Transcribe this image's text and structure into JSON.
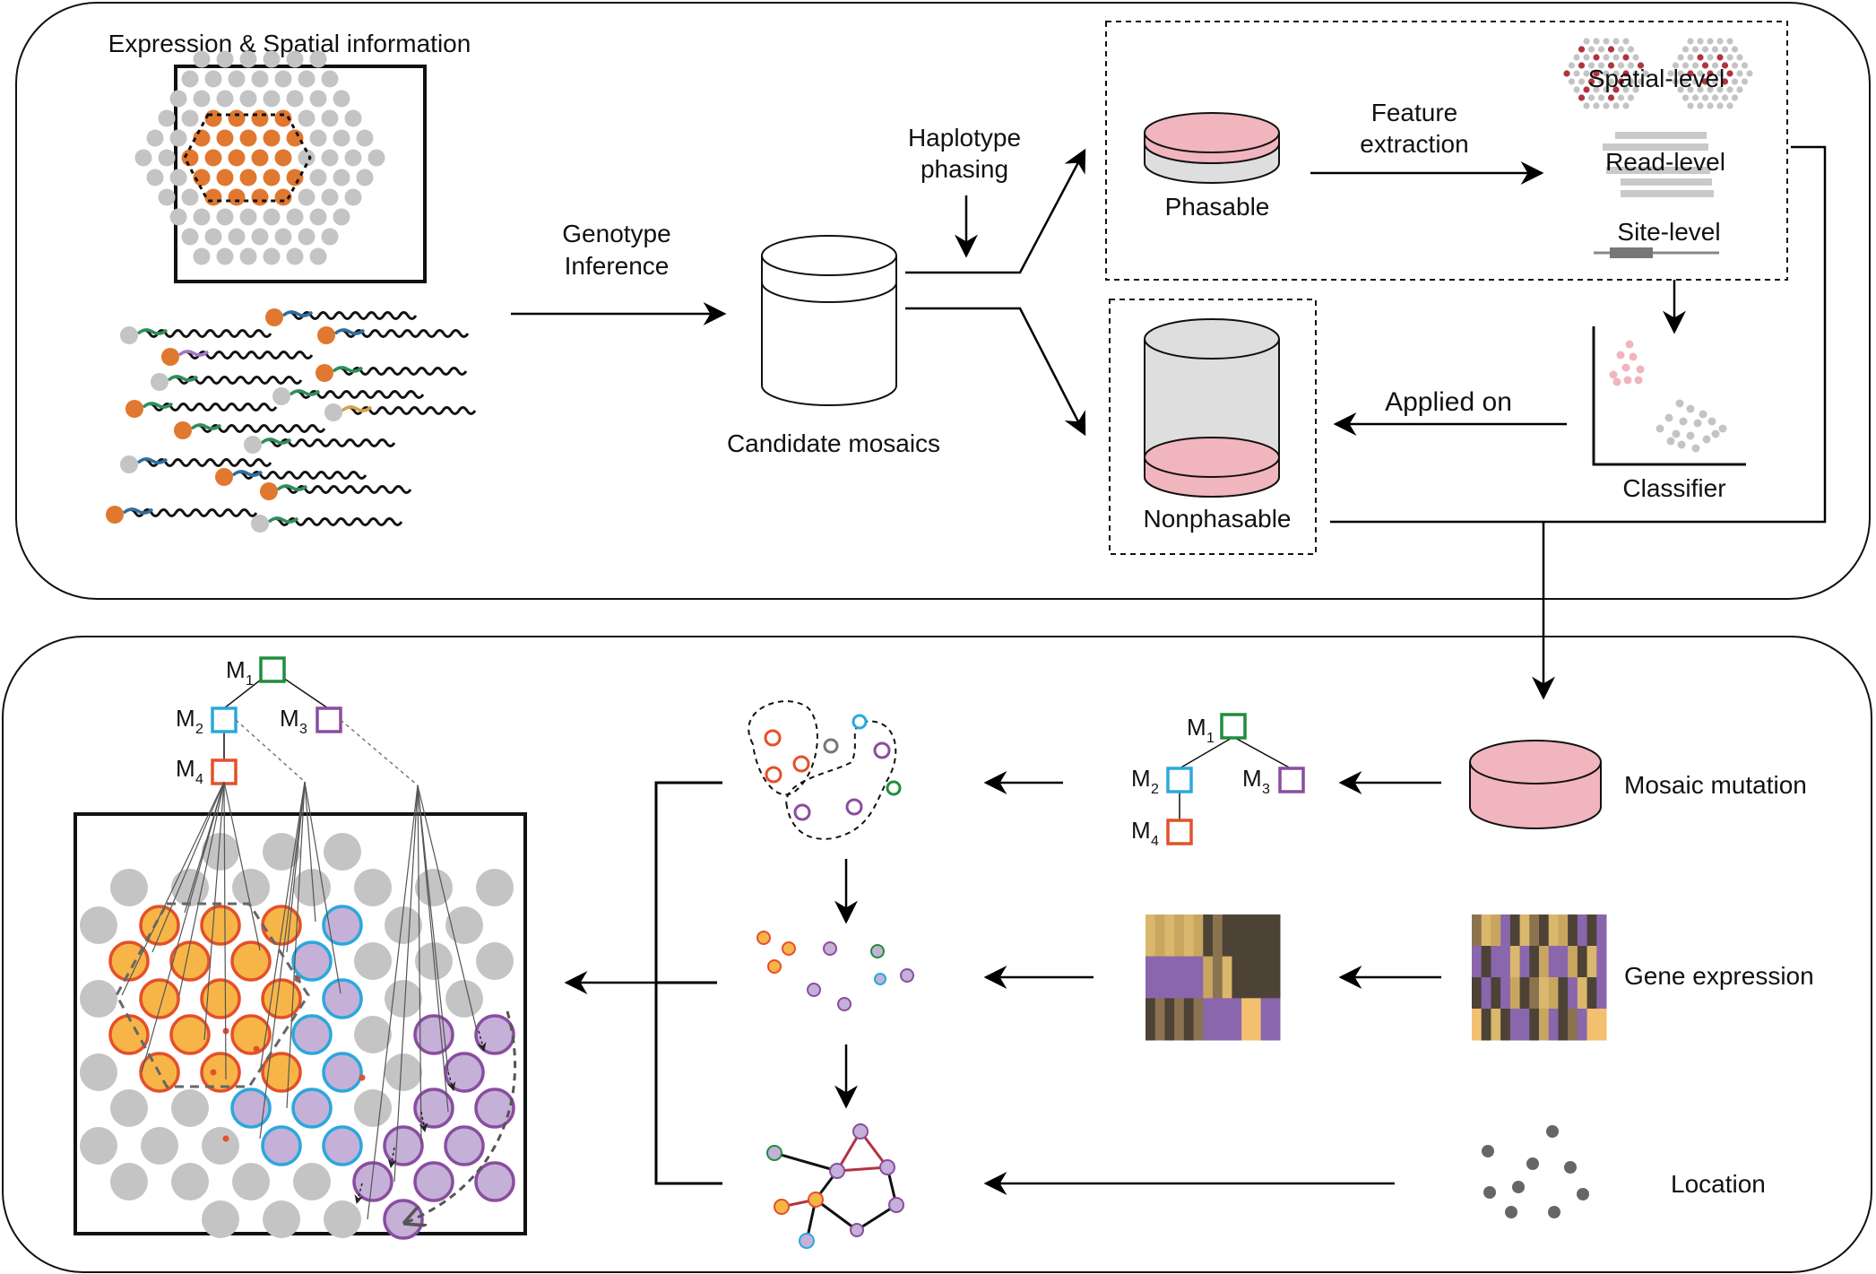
{
  "top_panel": {
    "expression_title": "Expression & Spatial information",
    "genotype_inference": [
      "Genotype",
      "Inference"
    ],
    "candidate_mosaics": "Candidate mosaics",
    "haplotype_phasing": [
      "Haplotype",
      "phasing"
    ],
    "phasable": "Phasable",
    "nonphasable": "Nonphasable",
    "feature_extraction": [
      "Feature",
      "extraction"
    ],
    "spatial_level": "Spatial-level",
    "read_level": "Read-level",
    "site_level": "Site-level",
    "classifier": "Classifier",
    "applied_on": "Applied on"
  },
  "bottom_panel": {
    "mosaic_mutation": "Mosaic mutation",
    "gene_expression": "Gene expression",
    "location": "Location",
    "tree_nodes": [
      "M",
      "M",
      "M",
      "M"
    ],
    "tree_subscripts": [
      "1",
      "2",
      "3",
      "4"
    ]
  },
  "colors": {
    "orange": "#e0782f",
    "grey_dot": "#c4c4c4",
    "pink": "#f0b5bd",
    "dark_red": "#b0343f",
    "green": "#1e8e3e",
    "blue": "#2aa8dc",
    "purple": "#8a4da0",
    "lavender": "#c5b0d8",
    "yellow_orange": "#f7b548",
    "red_orange": "#e4502a",
    "heat_dark": "#4d4236",
    "heat_tan": "#c9a660",
    "heat_purple": "#8a66ad"
  }
}
